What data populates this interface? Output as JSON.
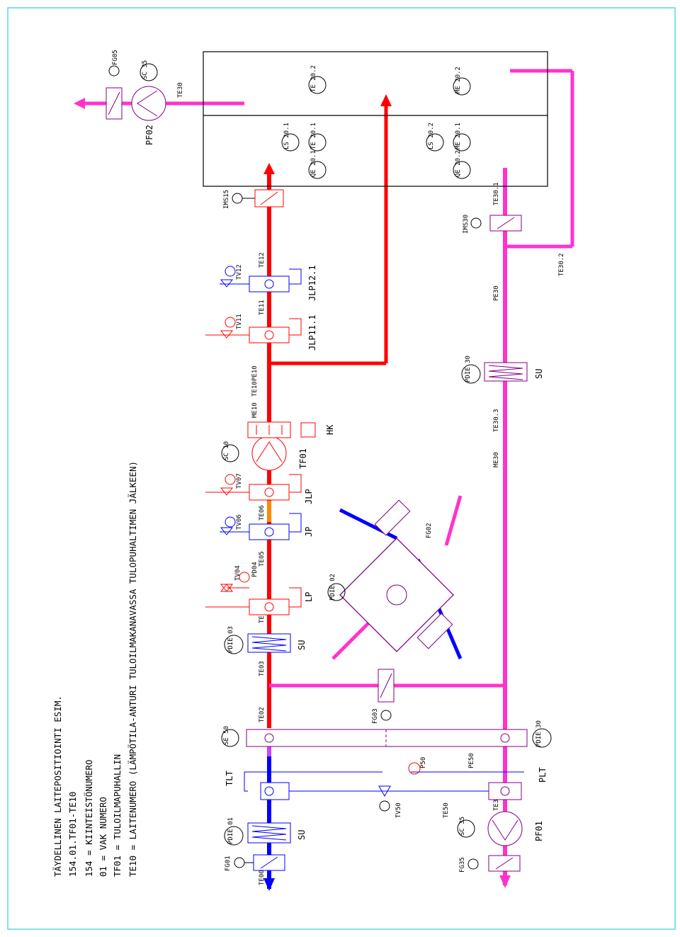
{
  "legend": {
    "title": "TÄYDELLINEN LAITEPOSITIOINTI ESIM.",
    "example": "154.01.TF01-TE10",
    "line1": "154   = KIINTEISTÖNUMERO",
    "line2": "01    = VAK NUMERO",
    "line3": "TF01  = TULOILMAPUHALLIN",
    "line4": "TE10  = LAITENUMERO (LÄMPÖTILA-ANTURI TULOILMAKANAVASSA TULOPUHALTIMEN JÄLKEEN)"
  },
  "colors": {
    "border": "#55d8e8",
    "supply": "#ff0000",
    "outdoor": "#0000ff",
    "exhaust": "#ff33cc",
    "heating": "#ff0000",
    "cooling": "#0000ff",
    "preheat": "#ff8800",
    "device": "#800080"
  },
  "supply_tags": {
    "te00": "TE00",
    "fg01": "FG01",
    "pdie01": "PDIE 01",
    "tlt": "TLT",
    "se50": "SE 50",
    "te02": "TE02",
    "te03": "TE03",
    "pdie03": "PDIE 03",
    "su_mid": "SU",
    "te04": "TE04",
    "pd04": "PD04",
    "tv04": "TV04",
    "lp": "LP",
    "te05": "TE05",
    "tv06": "TV06",
    "te06": "TE06",
    "jp": "JP",
    "tv07": "TV07",
    "jlp": "JLP",
    "sc10": "SC 10",
    "tf01": "TF01",
    "me10": "ME10",
    "te10": "TE10",
    "pe10": "PE10",
    "hk": "HK",
    "te11": "TE11",
    "tv11": "TV11",
    "jlp11": "JLP11.1",
    "te12": "TE12",
    "tv12": "TV12",
    "jlp12": "JLP12.1",
    "ims15": "IMS15",
    "su_left": "SU"
  },
  "rooms": {
    "ls201": "LS 20.1",
    "te201": "TE 20.1",
    "qe201": "QE 20.1",
    "te202": "TE 20.2",
    "ls202": "LS 20.2",
    "me201": "ME 20.1",
    "qe202": "QE 20.2",
    "me202": "ME 20.2"
  },
  "exhaust_tags": {
    "fg35": "FG35",
    "sc35": "SC 35",
    "pf01": "PF01",
    "te31": "TE31",
    "te50": "TE50",
    "tv50": "TV50",
    "p50": "P50",
    "pe50": "PE50",
    "plt": "PLT",
    "pdie30": "PDIE 30",
    "fg03": "FG03",
    "me30": "ME30",
    "te303": "TE30.3",
    "pdie30b": "PDIE 30",
    "su": "SU",
    "pe30": "PE30",
    "ims30": "IMS30",
    "te301": "TE30.1",
    "te302": "TE30.2",
    "te30": "TE30",
    "pf02": "PF02",
    "sc35b": "SC 35",
    "fg05": "FG05"
  },
  "recovery": {
    "pdie02": "PDIE 02",
    "fg02": "FG02"
  }
}
